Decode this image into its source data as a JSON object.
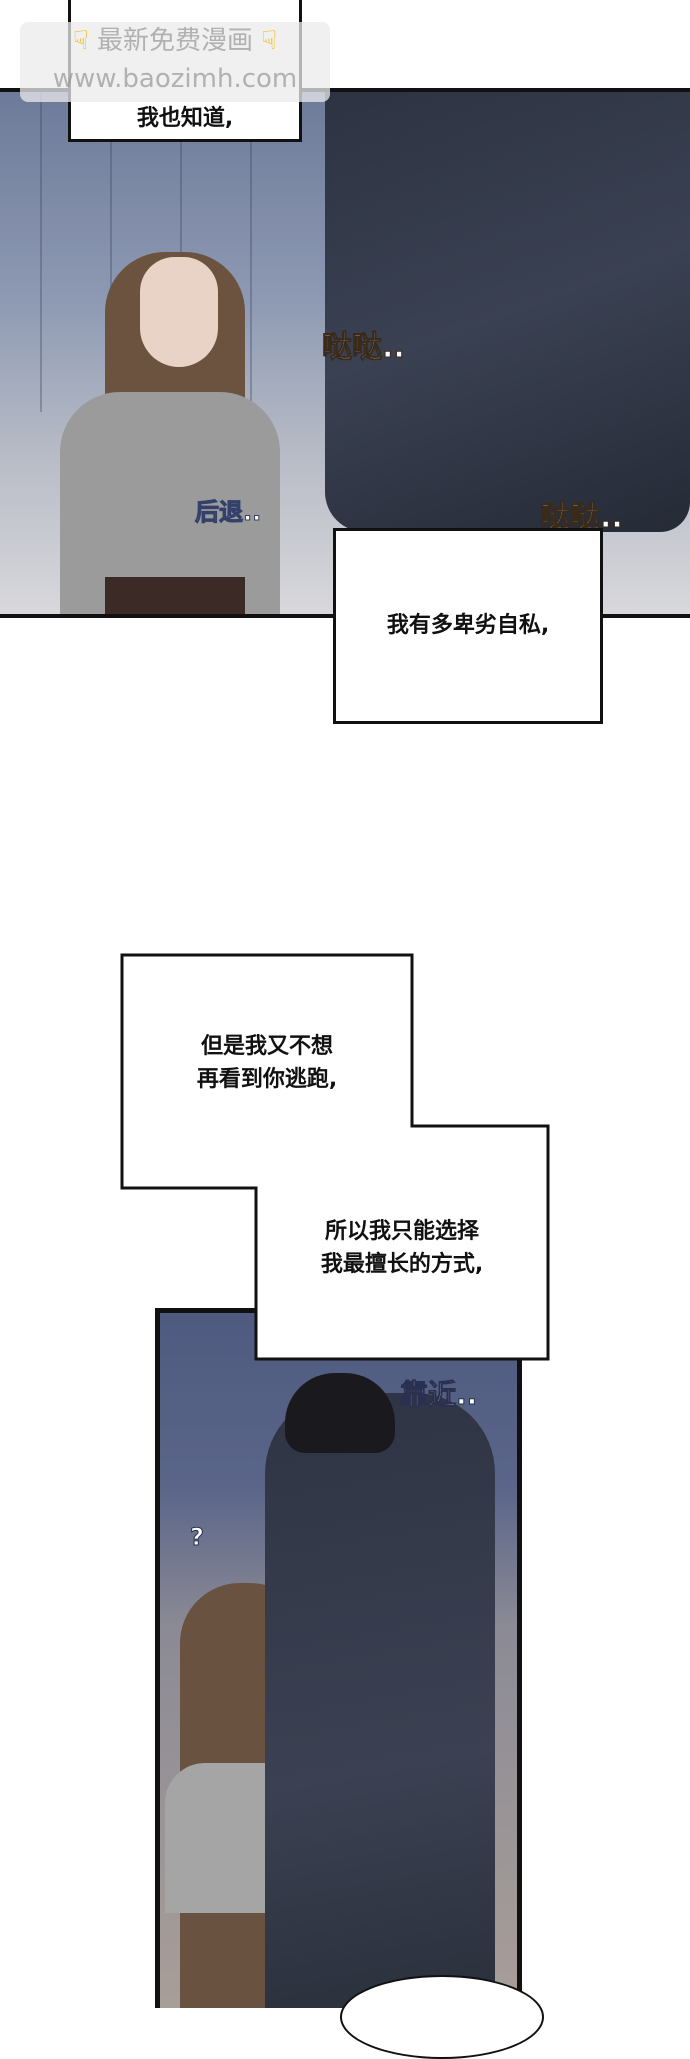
{
  "watermark": {
    "line1": "最新免费漫画",
    "line2": "www.baozimh.com",
    "icon": "pointing-down-hand-icon"
  },
  "panel1": {
    "caption": "我也知道,",
    "sfx_steps_1": "哒哒..",
    "sfx_steps_2": "哒哒..",
    "sfx_back": "后退.."
  },
  "caption2": "我有多卑劣自私,",
  "caption3": {
    "line1": "但是我又不想",
    "line2": "再看到你逃跑,"
  },
  "caption4": {
    "line1": "所以我只能选择",
    "line2": "我最擅长的方式,"
  },
  "panel2": {
    "sfx_approach": "靠近..",
    "sfx_question": "?"
  }
}
